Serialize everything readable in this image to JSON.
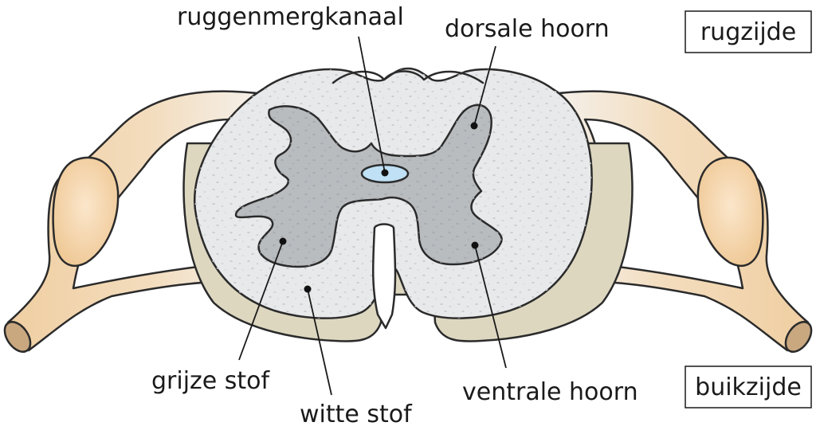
{
  "labels": {
    "central_canal": "ruggenmergkanaal",
    "dorsal_horn": "dorsale hoorn",
    "grey_matter": "grijze stof",
    "white_matter": "witte stof",
    "ventral_horn": "ventrale hoorn"
  },
  "orientation": {
    "dorsal_side": "rugzijde",
    "ventral_side": "buikzijde"
  },
  "colors": {
    "nerve": "#f2d3a8",
    "nerve_end": "#d2b08a",
    "white_matter": "#e8e9ea",
    "grey_matter": "#b9bcbf",
    "central_canal": "#bfe0f5",
    "meninges_side": "#ddd7c0"
  }
}
